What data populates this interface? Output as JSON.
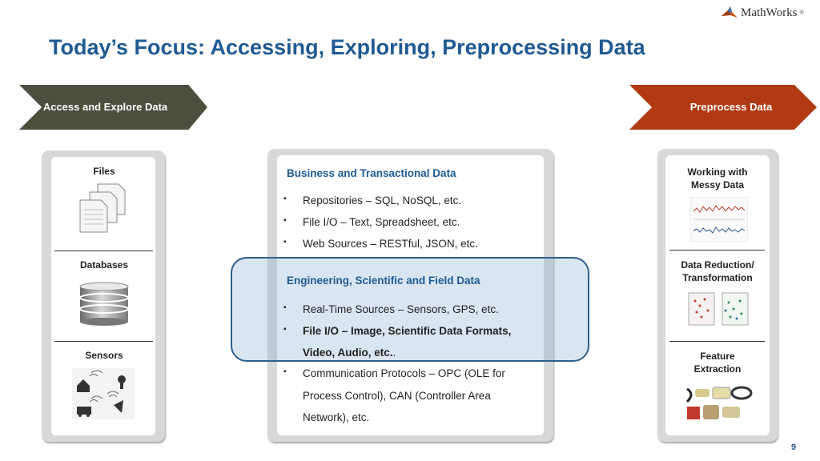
{
  "logo": {
    "text": "MathWorks",
    "mark": "®"
  },
  "title": "Today’s Focus:  Accessing, Exploring, Preprocessing Data",
  "arrows": {
    "left": "Access and Explore Data",
    "right": "Preprocess Data"
  },
  "left_panel": {
    "files": "Files",
    "databases": "Databases",
    "sensors": "Sensors"
  },
  "middle_panel": {
    "business_heading": "Business and Transactional Data",
    "business_items": [
      "Repositories – SQL, NoSQL, etc.",
      "File I/O – Text, Spreadsheet, etc.",
      "Web Sources – RESTful, JSON, etc."
    ],
    "engineering_heading": "Engineering, Scientific and Field Data",
    "engineering_items": {
      "item1": "Real-Time Sources  – Sensors, GPS, etc.",
      "item2_line1": "File I/O – Image, Scientific Data Formats,",
      "item2_line2_bold": "Video, Audio, etc.",
      "item2_line2_tail": ".",
      "item3_line1": "Communication Protocols –  OPC (OLE for",
      "item3_line2": "Process Control), CAN (Controller Area",
      "item3_line3": "Network), etc."
    },
    "bullet": "▪"
  },
  "right_panel": {
    "messy": "Working with Messy Data",
    "reduction": "Data Reduction/ Transformation",
    "feature": "Feature Extraction"
  },
  "page_number": "9",
  "colors": {
    "title": "#1f5a93",
    "arrow_left": "#4e4e3f",
    "arrow_right": "#b13a13"
  }
}
